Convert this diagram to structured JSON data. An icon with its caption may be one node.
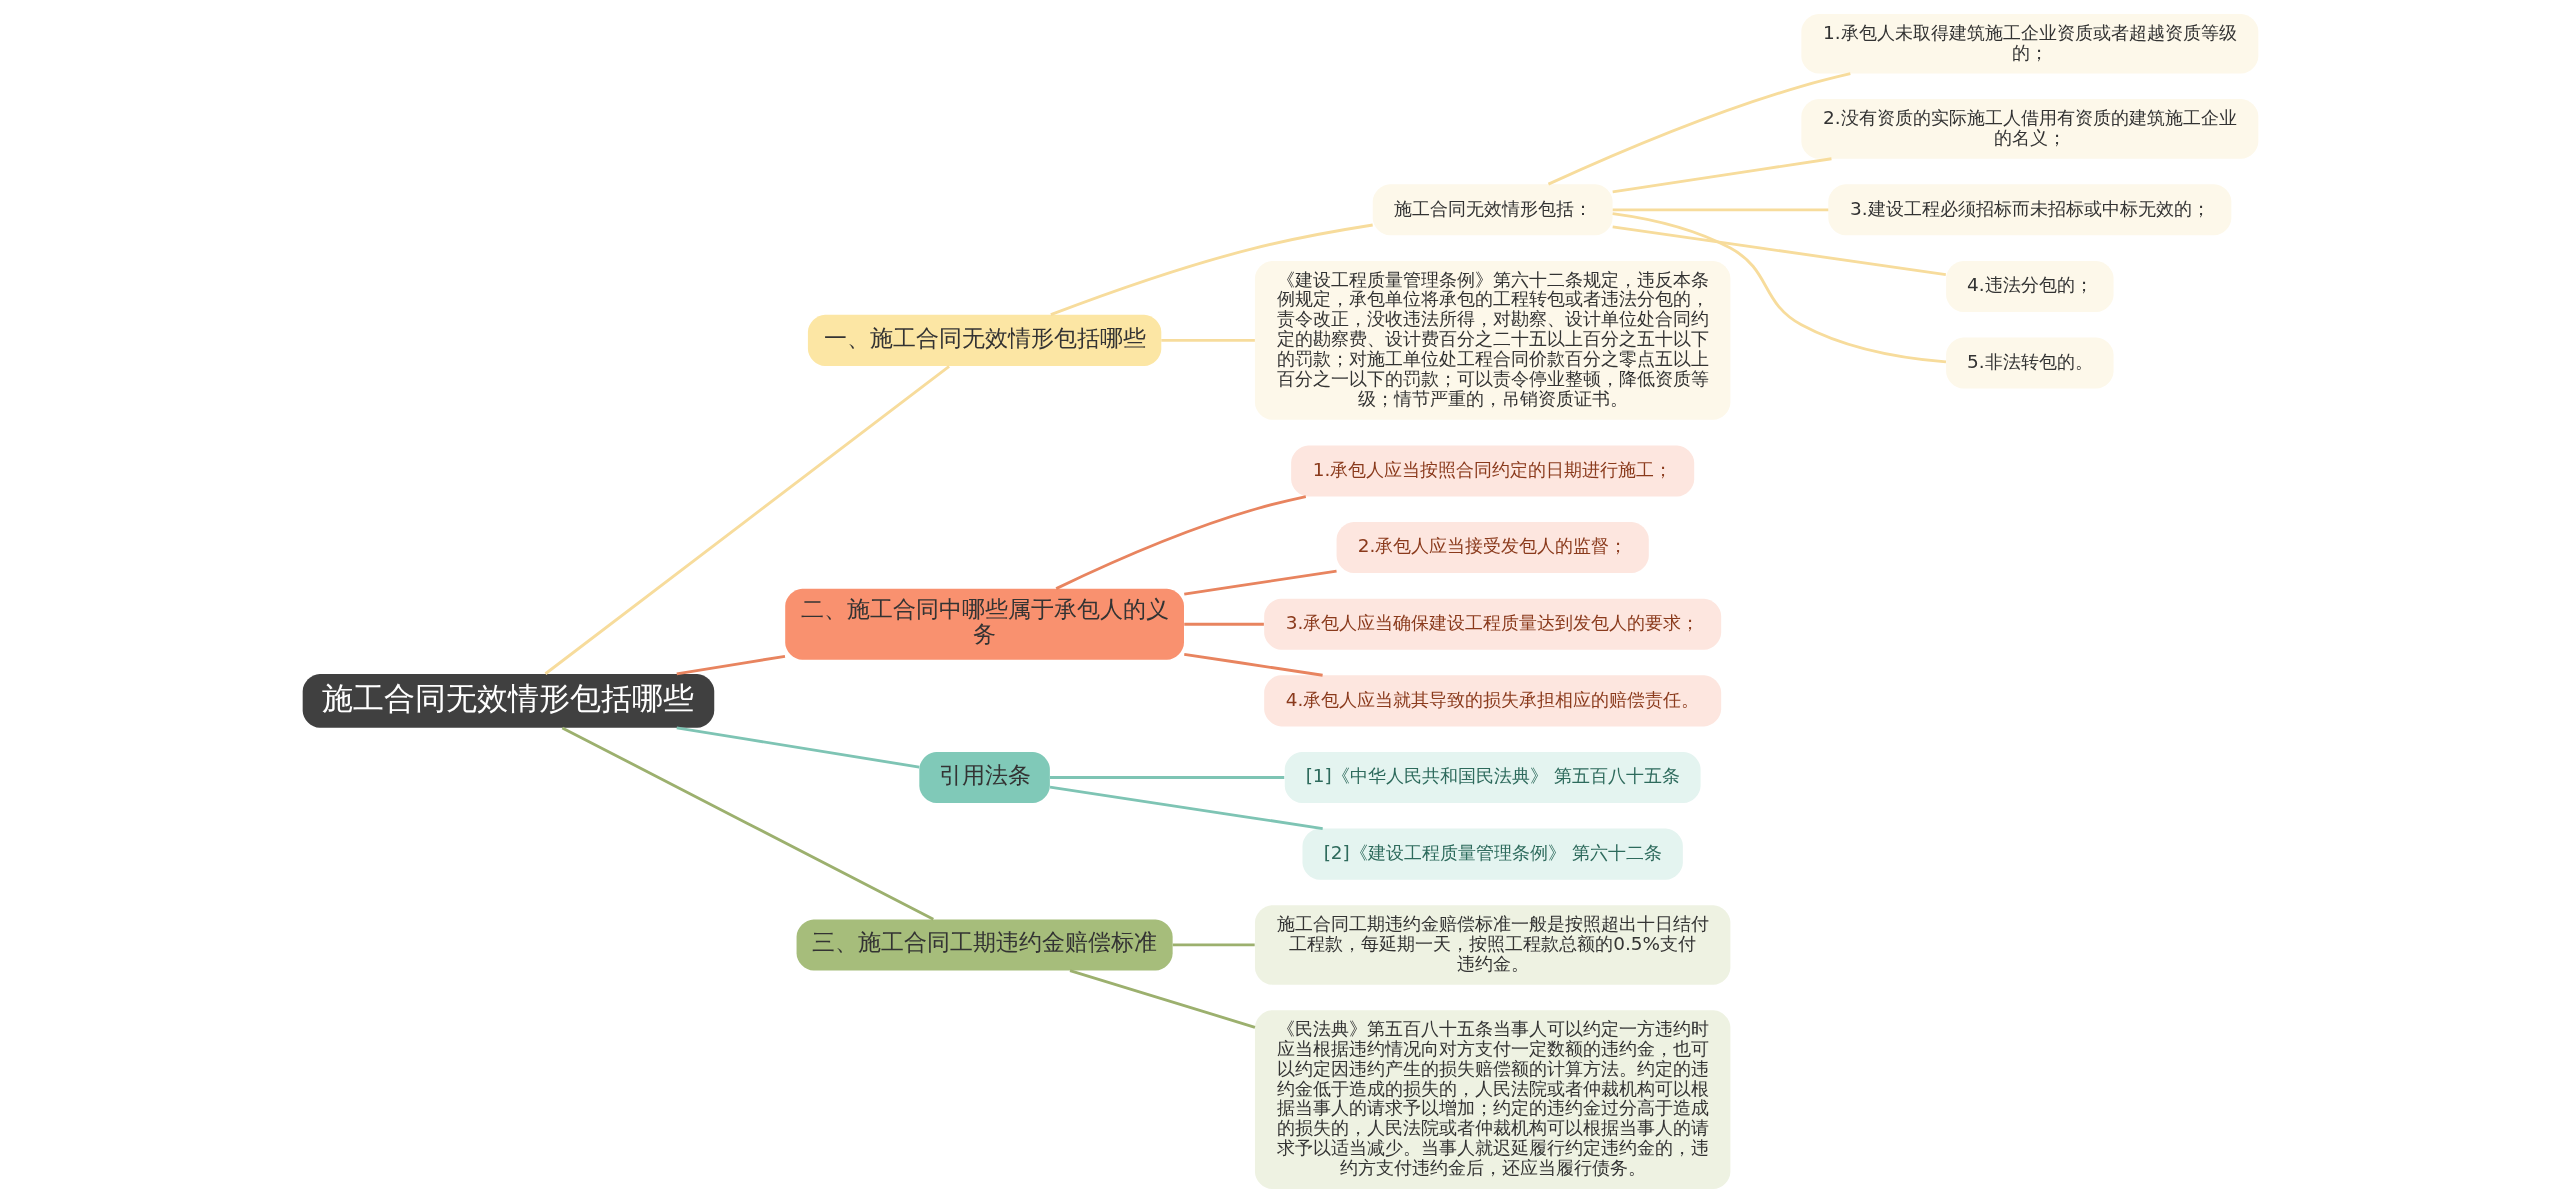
{
  "diagram": {
    "nodes": [
      {
        "text": [
          "施工合同无效情形包括哪些"
        ]
      },
      {
        "text": [
          "一、施工合同无效情形包括哪些"
        ]
      },
      {
        "text": [
          "施工合同无效情形包括："
        ]
      },
      {
        "text": [
          "1.承包人未取得建筑施工企业资质或者超越资质等级的；"
        ]
      },
      {
        "text": [
          "2.没有资质的实际施工人借用有资质的建筑施工企业的名义；"
        ]
      },
      {
        "text": [
          "3.建设工程必须招标而未招标或中标无效的；"
        ]
      },
      {
        "text": [
          "4.违法分包的；"
        ]
      },
      {
        "text": [
          "5.非法转包的。"
        ]
      },
      {
        "text": [
          "《建设工程质量管理条例》第六十二条规定，违反本条例规定，承包单位将承包的工程转包或者违法分包的，责令改正，没收违法所得，对勘察、设计单位处合同约定的勘察费、设计费百分之二十五以上百分之五十以下的罚款；对施工单位处工程合同价款百分之零点五以上百分之一以下的罚款；可以责令停业整顿，降低资质等级；情节严重的，吊销资质证书。"
        ]
      },
      {
        "text": [
          "二、施工合同中哪些属于承包人的义务"
        ]
      },
      {
        "text": [
          "1.承包人应当按照合同约定的日期进行施工；"
        ]
      },
      {
        "text": [
          "2.承包人应当接受发包人的监督；"
        ]
      },
      {
        "text": [
          "3.承包人应当确保建设工程质量达到发包人的要求；"
        ]
      },
      {
        "text": [
          "4.承包人应当就其导致的损失承担相应的赔偿责任。"
        ]
      },
      {
        "text": [
          "引用法条"
        ]
      },
      {
        "text": [
          "[1]《中华人民共和国民法典》 第五百八十五条"
        ]
      },
      {
        "text": [
          "[2]《建设工程质量管理条例》 第六十二条"
        ]
      },
      {
        "text": [
          "三、施工合同工期违约金赔偿标准"
        ]
      },
      {
        "text": [
          "施工合同工期违约金赔偿标准一般是按照超出十日结付工程款，每延期一天，按照工程款总额的0.5%支付违约金。"
        ]
      },
      {
        "text": [
          "《民法典》第五百八十五条当事人可以约定一方违约时应当根据违约情况向对方支付一定数额的违约金，也可以约定因违约产生的损失赔偿额的计算方法。约定的违约金低于造成的损失的，人民法院或者仲裁机构可以根据当事人的请求予以增加；约定的违约金过分高于造成的损失的，人民法院或者仲裁机构可以根据当事人的请求予以适当减少。当事人就迟延履行约定违约金的，违约方支付违约金后，还应当履行债务。"
        ]
      }
    ],
    "edges": [
      {
        "from": 0,
        "to": 1,
        "arrow": "none",
        "color": "#f7dc9c"
      },
      {
        "from": 1,
        "to": 2,
        "arrow": "none",
        "color": "#f7dc9c"
      },
      {
        "from": 2,
        "to": 3,
        "arrow": "none",
        "color": "#f7dc9c"
      },
      {
        "from": 2,
        "to": 4,
        "arrow": "none",
        "color": "#f7dc9c"
      },
      {
        "from": 2,
        "to": 5,
        "arrow": "none",
        "color": "#f7dc9c"
      },
      {
        "from": 2,
        "to": 6,
        "arrow": "none",
        "color": "#f7dc9c"
      },
      {
        "from": 2,
        "to": 7,
        "arrow": "none",
        "color": "#f7dc9c"
      },
      {
        "from": 1,
        "to": 8,
        "arrow": "none",
        "color": "#f7dc9c"
      },
      {
        "from": 0,
        "to": 9,
        "arrow": "none",
        "color": "#e8845f"
      },
      {
        "from": 9,
        "to": 10,
        "arrow": "none",
        "color": "#e8845f"
      },
      {
        "from": 9,
        "to": 11,
        "arrow": "none",
        "color": "#e8845f"
      },
      {
        "from": 9,
        "to": 12,
        "arrow": "none",
        "color": "#e8845f"
      },
      {
        "from": 9,
        "to": 13,
        "arrow": "none",
        "color": "#e8845f"
      },
      {
        "from": 0,
        "to": 14,
        "arrow": "none",
        "color": "#7ec4b4"
      },
      {
        "from": 14,
        "to": 15,
        "arrow": "none",
        "color": "#7ec4b4"
      },
      {
        "from": 14,
        "to": 16,
        "arrow": "none",
        "color": "#7ec4b4"
      },
      {
        "from": 0,
        "to": 17,
        "arrow": "none",
        "color": "#9cb06e"
      },
      {
        "from": 17,
        "to": 18,
        "arrow": "none",
        "color": "#9cb06e"
      },
      {
        "from": 17,
        "to": 19,
        "arrow": "none",
        "color": "#9cb06e"
      }
    ]
  }
}
